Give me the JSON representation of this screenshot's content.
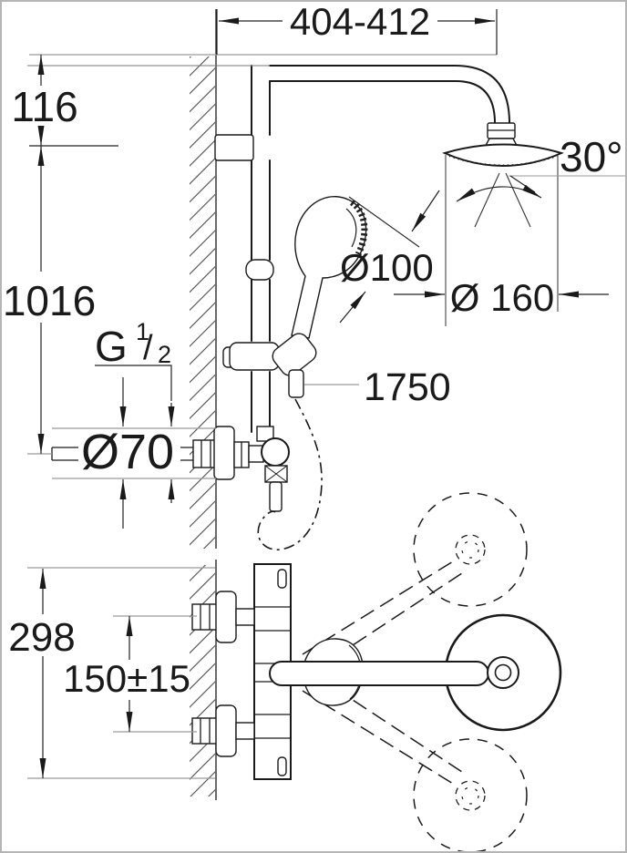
{
  "labels": {
    "width_range": "404-412",
    "head_offset": "116",
    "rail_height": "1016",
    "swivel_angle": "30°",
    "hand_shower_diameter": "Ø100",
    "head_diameter": "Ø 160",
    "hose_length": "1750",
    "thread_g": "G",
    "thread_numerator": "1",
    "thread_slash": "/",
    "thread_denominator": "2",
    "rosette_diameter": "Ø70",
    "body_height": "298",
    "inlet_spacing": "150±15"
  },
  "colors": {
    "line": "#1a1a1a",
    "dimension": "#222222",
    "extension": "#9b9b9b",
    "background": "#ffffff",
    "border": "#b5b5b5"
  }
}
